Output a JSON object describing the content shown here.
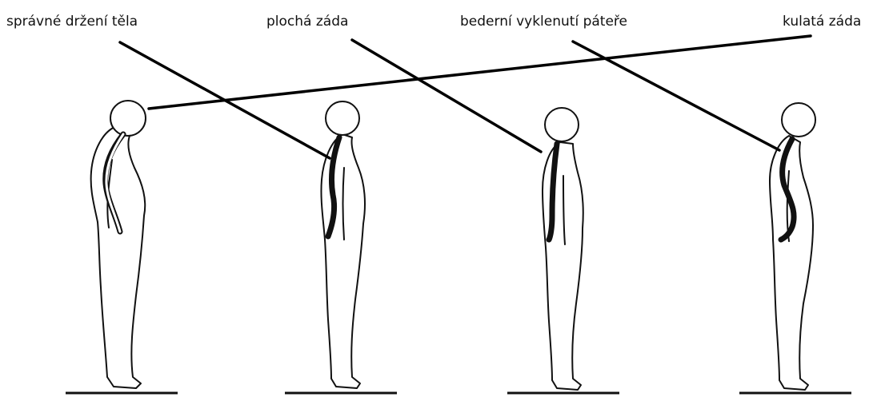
{
  "labels": {
    "correct": "správné držení těla",
    "flat_back": "plochá záda",
    "lumbar_lordosis": "bederní vyklenutí páteře",
    "round_back": "kulatá záda"
  }
}
